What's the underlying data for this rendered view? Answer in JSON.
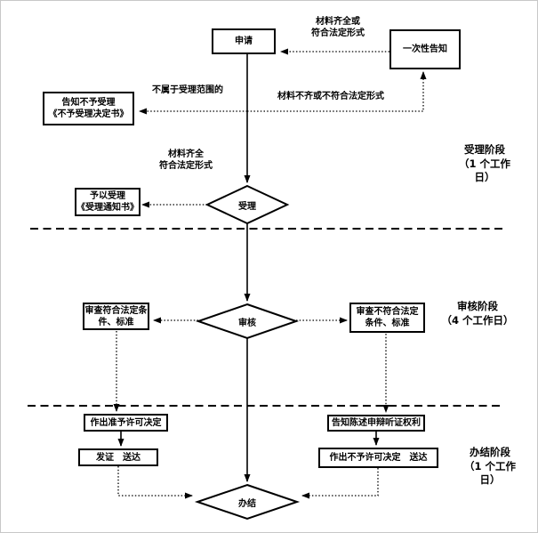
{
  "nodes": {
    "apply": {
      "label": "申请"
    },
    "one_time_notice": {
      "label": "一次性告知"
    },
    "reject_accept": {
      "lines": [
        "告知不予受理",
        "《不予受理决定书》"
      ]
    },
    "grant_accept": {
      "lines": [
        "予以受理",
        "《受理通知书》"
      ]
    },
    "accept": {
      "label": "受理"
    },
    "review": {
      "label": "审核"
    },
    "review_pass": {
      "lines": [
        "审查符合法定条",
        "件、标准"
      ]
    },
    "review_fail": {
      "lines": [
        "审查不符合法定",
        "条件、标准"
      ]
    },
    "make_approval": {
      "label": "作出准予许可决定"
    },
    "issue_deliver": {
      "label": "发证　送达"
    },
    "notify_rights": {
      "label": "告知陈述申辩听证权利"
    },
    "make_denial": {
      "label": "作出不予许可决定　送达"
    },
    "finish": {
      "label": "办结"
    }
  },
  "edge_labels": {
    "complete_or_legal": {
      "lines": [
        "材料齐全或",
        "符合法定形式"
      ]
    },
    "not_in_scope": {
      "label": "不属于受理范围的"
    },
    "incomplete_or_illegal": {
      "label": "材料不齐或不符合法定形式"
    },
    "complete_legal": {
      "lines": [
        "材料齐全",
        "符合法定形式"
      ]
    }
  },
  "stages": {
    "accept": {
      "lines": [
        "受理阶段",
        "（1 个工作",
        "日）"
      ]
    },
    "review": {
      "lines": [
        "审核阶段",
        "（4 个工作日）"
      ]
    },
    "finish": {
      "lines": [
        "办结阶段",
        "（1 个工作",
        "日）"
      ]
    }
  },
  "colors": {
    "line": "#000000",
    "node_fill": "#ffffff",
    "background": "#ffffff"
  }
}
